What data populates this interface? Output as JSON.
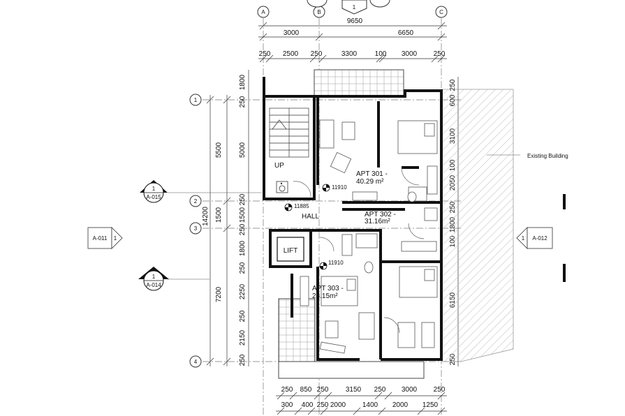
{
  "grid_columns": [
    "A",
    "B",
    "C"
  ],
  "grid_rows": [
    "1",
    "2",
    "3",
    "4"
  ],
  "column_tag": "1",
  "dims_top_overall": [
    "9650"
  ],
  "dims_top_segments": [
    "3000",
    "6650"
  ],
  "dims_top_detail": [
    "250",
    "2500",
    "250",
    "3300",
    "100",
    "3000",
    "250"
  ],
  "dims_left_outer": [
    "5500",
    "1500",
    "7200"
  ],
  "dims_left_total": "14200",
  "dims_left_detail": [
    "1800",
    "250",
    "5000",
    "250",
    "1500",
    "250",
    "1800",
    "250",
    "2250",
    "250",
    "2150",
    "250"
  ],
  "dims_right_detail": [
    "250",
    "600",
    "3100",
    "100",
    "2050",
    "250",
    "1800",
    "100",
    "6150",
    "250"
  ],
  "dims_bottom_1": [
    "250",
    "850",
    "250",
    "3150",
    "250",
    "3000",
    "250"
  ],
  "dims_bottom_2": [
    "300",
    "400",
    "250",
    "2000",
    "1400",
    "2000",
    "1250"
  ],
  "apartments": [
    {
      "name": "APT 301 -",
      "area": "40.29 m²"
    },
    {
      "name": "APT 302 -",
      "area": "31.16m²"
    },
    {
      "name": "APT 303 -",
      "area": "28.15m²"
    }
  ],
  "level_marks": [
    "11910",
    "11885",
    "11910"
  ],
  "labels": {
    "hall": "HALL",
    "lift": "LIFT",
    "stair": "UP",
    "existing": "Existing Building"
  },
  "section_tags": [
    {
      "num": "1",
      "ref": "A-015"
    },
    {
      "num": "1",
      "ref": "A-014"
    }
  ],
  "elevation_tags": [
    {
      "ref": "A-011",
      "num": "1"
    },
    {
      "ref": "A-012",
      "num": "1"
    }
  ]
}
